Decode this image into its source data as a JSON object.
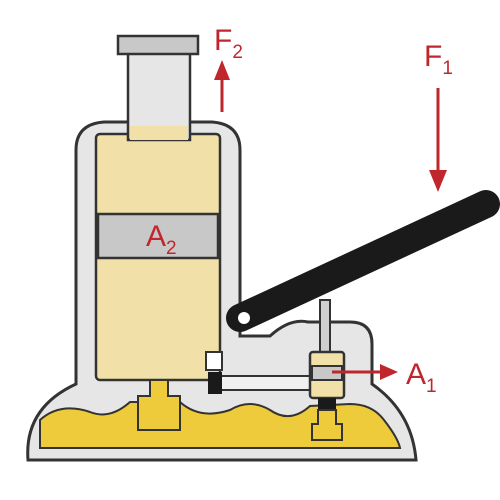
{
  "colors": {
    "housing_fill": "#e6e6e6",
    "housing_stroke": "#333333",
    "oil": "#f1e1a8",
    "reservoir_oil": "#eecb3a",
    "piston_gray": "#c8c8c8",
    "handle": "#1a1a1a",
    "arrow": "#c0272d"
  },
  "labels": {
    "f2": {
      "main": "F",
      "sub": "2"
    },
    "f1": {
      "main": "F",
      "sub": "1"
    },
    "a2": {
      "main": "A",
      "sub": "2"
    },
    "a1": {
      "main": "A",
      "sub": "1"
    }
  },
  "icons": {
    "up_arrow": "arrow-up-icon",
    "down_arrow": "arrow-down-icon",
    "right_arrow": "arrow-right-icon"
  }
}
